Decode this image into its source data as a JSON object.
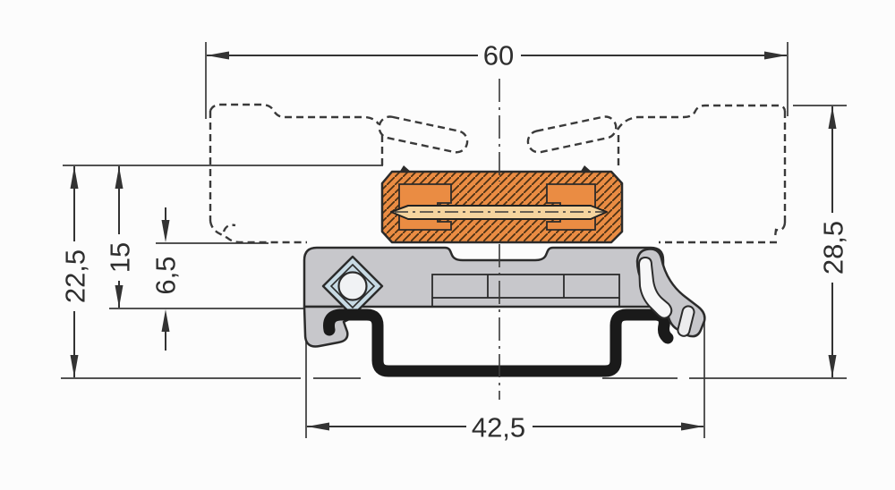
{
  "drawing": {
    "type": "technical dimension drawing, cross-section of plug connector on DIN-rail adapter",
    "units_implied": "mm",
    "dimensions": {
      "top_width": "60",
      "left_overall": "22,5",
      "left_upper": "15",
      "left_inner": "6,5",
      "right_overall": "28,5",
      "bottom_width": "42,5"
    },
    "colors": {
      "connector_fill": "#EA8C43",
      "hatch_line": "#4A3014",
      "contact_fill": "#F5D49E",
      "adapter_fill": "#C7C7CB",
      "marker_diamond_fill": "#C7DAE4",
      "rail_color": "#1A1A1A",
      "line_color": "#3A3A3A",
      "background": "#FCFCFC"
    }
  }
}
